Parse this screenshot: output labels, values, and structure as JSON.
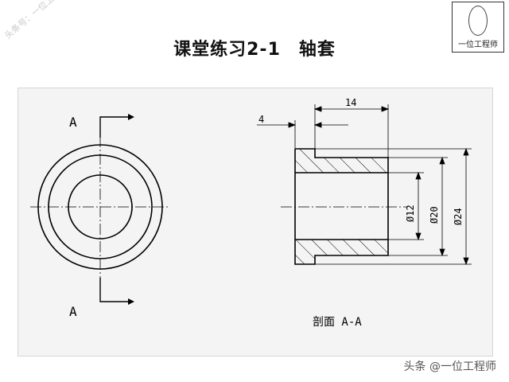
{
  "title": "课堂练习2-1　轴套",
  "watermark": "头条号：一位工程师",
  "logo": {
    "text": "一位工程师"
  },
  "footer": "头条 @一位工程师",
  "drawing": {
    "section_label_top": "A",
    "section_label_bottom": "A",
    "section_caption": "剖面 A-A",
    "dim_length": "14",
    "dim_flange": "4",
    "dim_d12": "Ø12",
    "dim_d20": "Ø20",
    "dim_d24": "Ø24"
  },
  "colors": {
    "line": "#000000",
    "panel": "#f4f4f4"
  }
}
